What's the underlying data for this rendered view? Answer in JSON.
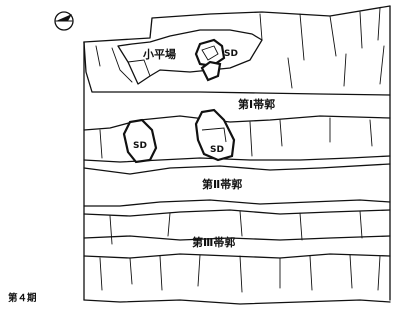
{
  "labels": {
    "small_terrace": "小平場",
    "zone1": "第Ⅰ帯郭",
    "zone2": "第Ⅱ帯郭",
    "zone3": "第Ⅲ帯郭",
    "pit": "SD",
    "phase": "第４期"
  },
  "colors": {
    "ink": "#111111",
    "paper": "#ffffff"
  },
  "icons": {
    "north_arrow": "north-arrow-icon"
  }
}
